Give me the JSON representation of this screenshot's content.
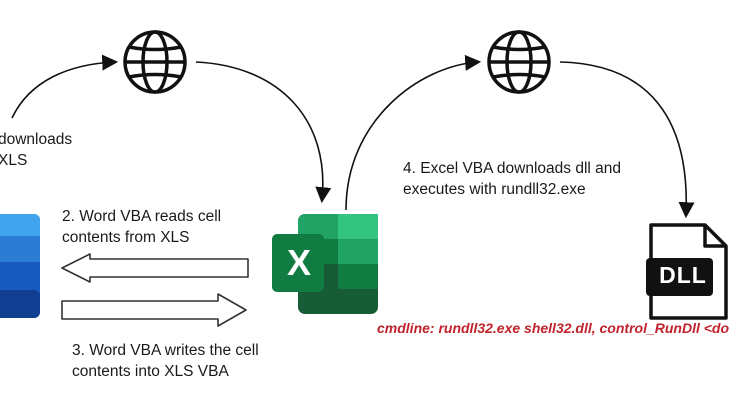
{
  "steps": {
    "step1": {
      "line1": "downloads",
      "line2": "XLS"
    },
    "step2": {
      "line1": "2. Word VBA reads cell",
      "line2": "contents from XLS"
    },
    "step3": {
      "line1": "3. Word VBA writes the cell",
      "line2": "contents into XLS VBA"
    },
    "step4": {
      "line1": "4. Excel VBA downloads dll and",
      "line2": "executes with rundll32.exe"
    }
  },
  "cmdline": "cmdline: rundll32.exe shell32.dll, control_RunDll <do",
  "icons": {
    "globe_left": "globe-icon",
    "globe_right": "globe-icon",
    "word_app": "word-icon",
    "excel_app": "excel-icon",
    "dll_file": "dll-file-icon"
  },
  "excel_letter": "X",
  "dll_label": "DLL",
  "colors": {
    "cmdline": "#c0232c",
    "excel_dark": "#185c37",
    "excel_light": "#21a366",
    "word_blue": "#2b7cd3"
  }
}
